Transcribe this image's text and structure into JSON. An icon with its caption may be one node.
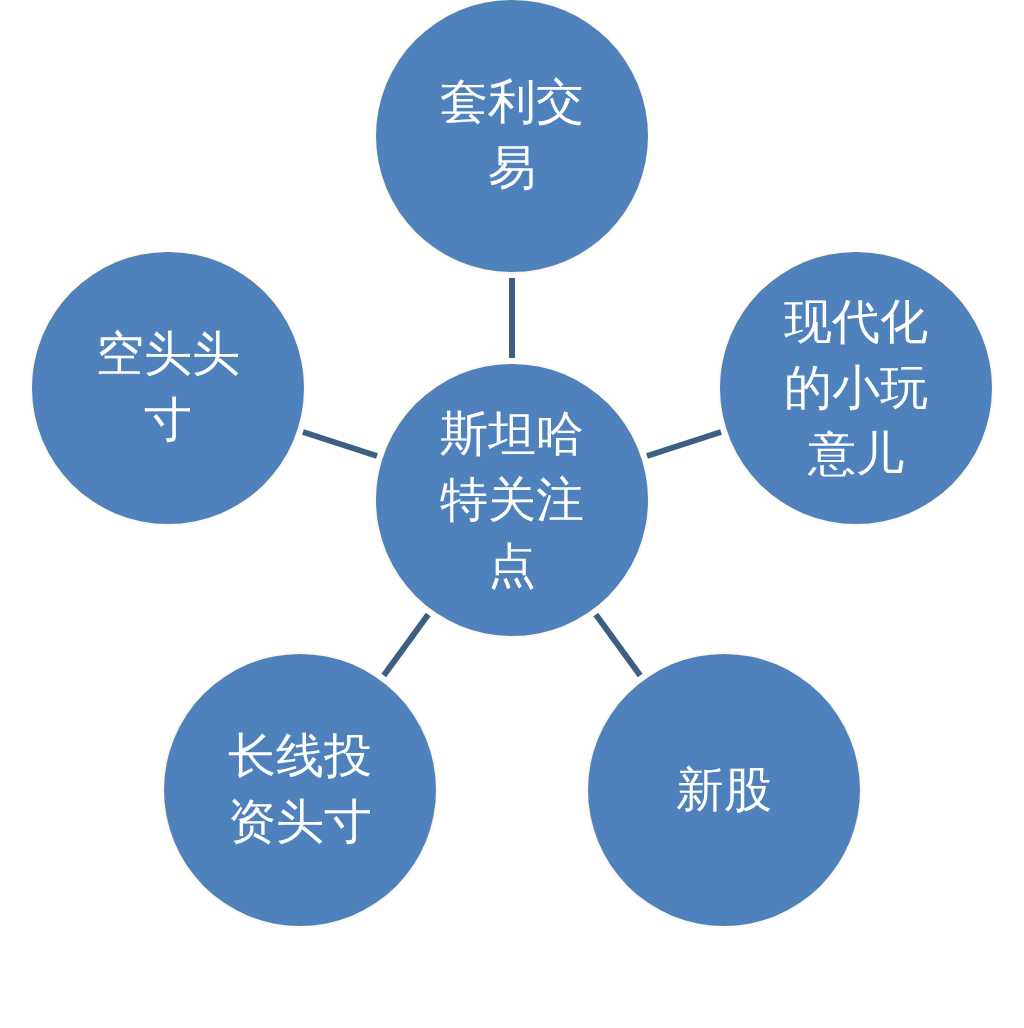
{
  "diagram": {
    "nodes": [
      {
        "text": [
          "套利交易"
        ]
      },
      {
        "text": [
          "空头头寸"
        ]
      },
      {
        "text": [
          "现代化的小玩意儿"
        ]
      },
      {
        "text": [
          "斯坦哈特关注点"
        ]
      },
      {
        "text": [
          "长线投资头寸"
        ]
      },
      {
        "text": [
          "新股"
        ]
      }
    ],
    "edges": [
      {
        "from": 3,
        "to": 0,
        "arrow": "none"
      },
      {
        "from": 3,
        "to": 1,
        "arrow": "none"
      },
      {
        "from": 3,
        "to": 2,
        "arrow": "none"
      },
      {
        "from": 3,
        "to": 4,
        "arrow": "none"
      },
      {
        "from": 3,
        "to": 5,
        "arrow": "none"
      }
    ]
  }
}
